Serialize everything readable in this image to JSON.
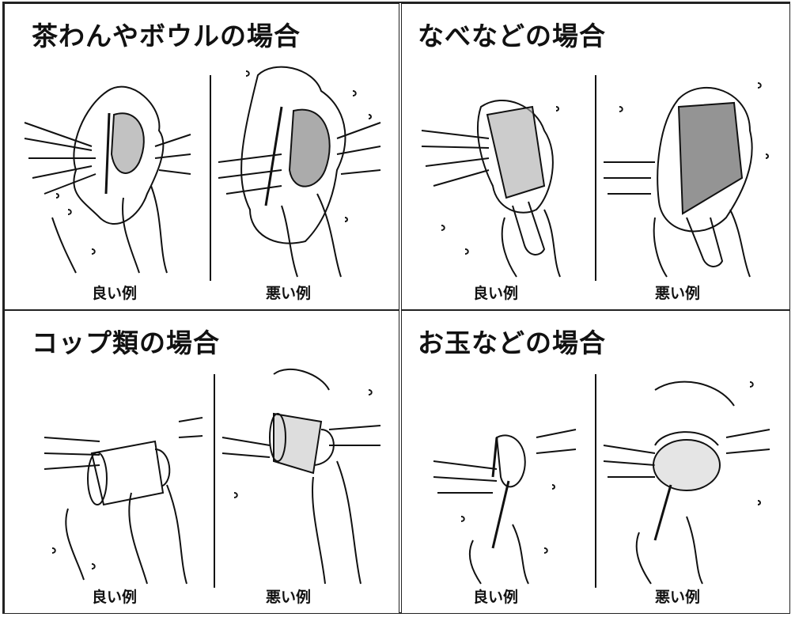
{
  "panels": [
    {
      "title": "茶わんやボウルの場合",
      "good": "良い例",
      "bad": "悪い例",
      "vessel": "bowl"
    },
    {
      "title": "なべなどの場合",
      "good": "良い例",
      "bad": "悪い例",
      "vessel": "pot"
    },
    {
      "title": "コップ類の場合",
      "good": "良い例",
      "bad": "悪い例",
      "vessel": "cup"
    },
    {
      "title": "お玉などの場合",
      "good": "良い例",
      "bad": "悪い例",
      "vessel": "ladle"
    }
  ]
}
